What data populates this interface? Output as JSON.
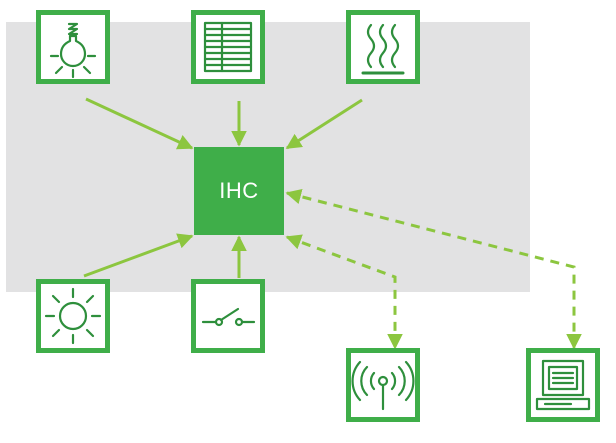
{
  "diagram": {
    "hub": {
      "label": "IHC"
    },
    "colors": {
      "box_border": "#3fae49",
      "hub_fill": "#3fae49",
      "arrow": "#8cc63f",
      "icon_stroke": "#2e8f3c",
      "background_panel": "#e2e2e3"
    },
    "devices": [
      {
        "id": "lighting",
        "icon": "light-bulb-icon",
        "connection": "solid",
        "direction": "to-hub"
      },
      {
        "id": "blinds",
        "icon": "window-blinds-icon",
        "connection": "solid",
        "direction": "to-hub"
      },
      {
        "id": "heating",
        "icon": "heating-waves-icon",
        "connection": "solid",
        "direction": "to-hub"
      },
      {
        "id": "light-sensor",
        "icon": "sun-icon",
        "connection": "solid",
        "direction": "to-hub"
      },
      {
        "id": "switch",
        "icon": "switch-icon",
        "connection": "solid",
        "direction": "to-hub"
      },
      {
        "id": "wireless",
        "icon": "wireless-antenna-icon",
        "connection": "dashed",
        "direction": "bidirectional"
      },
      {
        "id": "computer",
        "icon": "computer-icon",
        "connection": "dashed",
        "direction": "bidirectional"
      }
    ]
  }
}
